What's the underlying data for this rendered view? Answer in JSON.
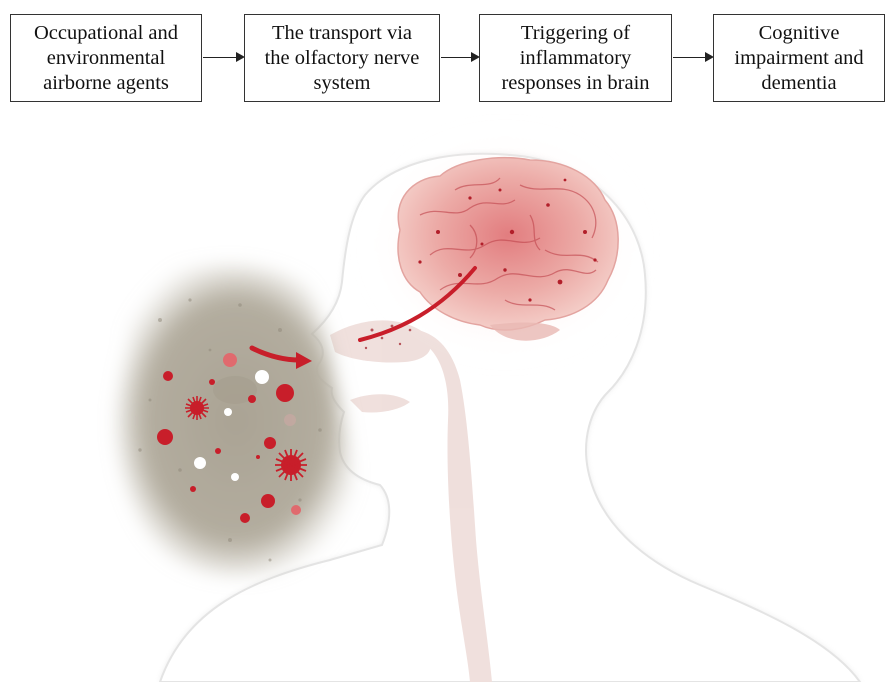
{
  "flow": {
    "steps": [
      {
        "label": "Occupational and\nenvironmental\nairborne agents"
      },
      {
        "label": "The transport via\nthe olfactory nerve\nsystem"
      },
      {
        "label": "Triggering of\ninflammatory\nresponses in brain"
      },
      {
        "label": "Cognitive\nimpairment and\ndementia"
      }
    ]
  },
  "colors": {
    "accent_red": "#c81e2a",
    "brain_pink": "#e89a9a",
    "smoke_gray": "#b3ada0",
    "head_outline": "#e6e6e6",
    "airway": "#ecd9d6"
  },
  "illustration": {
    "icons": [
      "head-silhouette-icon",
      "brain-icon",
      "olfactory-nerve-icon",
      "smoke-cloud-icon",
      "airborne-particle-icon",
      "inhalation-arrow-icon"
    ]
  }
}
